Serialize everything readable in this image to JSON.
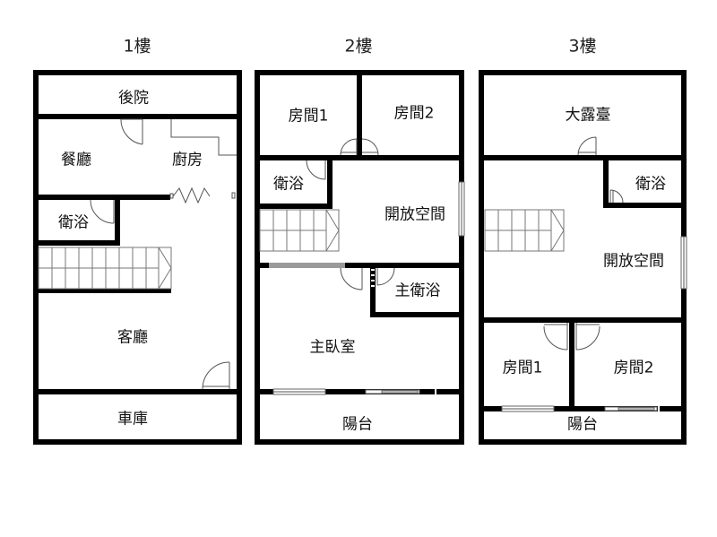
{
  "floors": [
    {
      "title": "1樓",
      "rooms": {
        "backyard": "後院",
        "dining": "餐廳",
        "kitchen": "廚房",
        "bathroom": "衛浴",
        "living": "客廳",
        "garage": "車庫"
      }
    },
    {
      "title": "2樓",
      "rooms": {
        "room1": "房間1",
        "room2": "房間2",
        "bathroom": "衛浴",
        "open_space": "開放空間",
        "master_bath": "主衛浴",
        "master_bedroom": "主臥室",
        "balcony": "陽台"
      }
    },
    {
      "title": "3樓",
      "rooms": {
        "terrace": "大露臺",
        "bathroom": "衛浴",
        "open_space": "開放空間",
        "room1": "房間1",
        "room2": "房間2",
        "balcony": "陽台"
      }
    }
  ],
  "colors": {
    "wall": "#000000",
    "background": "#ffffff",
    "detail_line": "#555555"
  }
}
